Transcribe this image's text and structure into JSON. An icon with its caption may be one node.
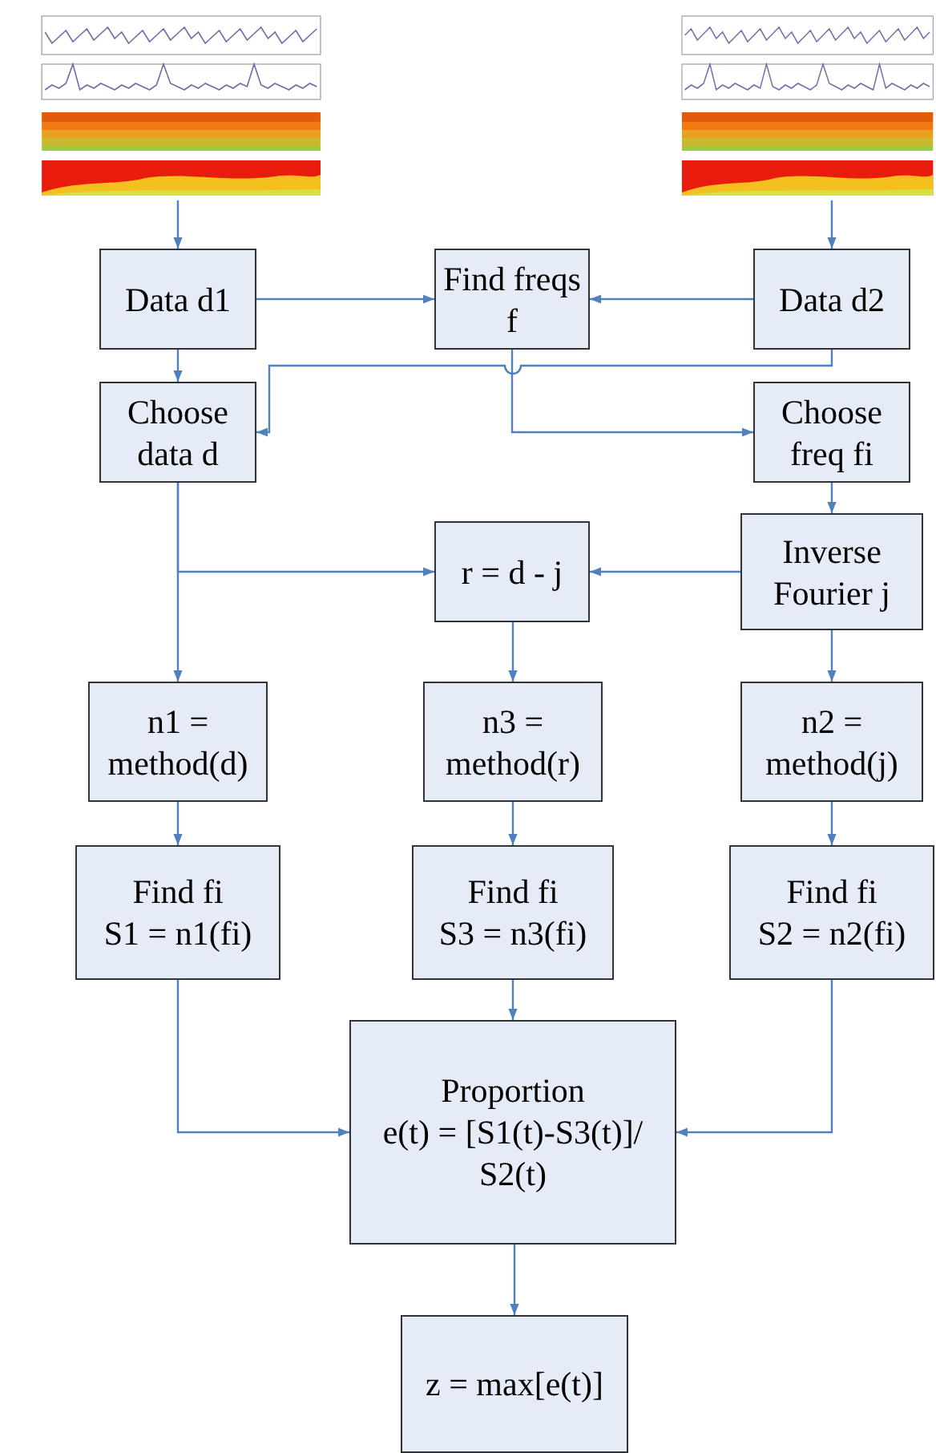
{
  "diagram": {
    "nodes": [
      {
        "text": [],
        "shape": "picture"
      },
      {
        "text": [],
        "shape": "picture"
      },
      {
        "text": [
          "Data d1"
        ]
      },
      {
        "text": [
          "Find freqs f"
        ]
      },
      {
        "text": [
          "Data d2"
        ]
      },
      {
        "text": [
          "Choose data d"
        ]
      },
      {
        "text": [
          "Choose freq fi"
        ]
      },
      {
        "text": [
          "r = d - j"
        ]
      },
      {
        "text": [
          "Inverse Fourier j"
        ]
      },
      {
        "text": [
          "n1 = method(d)"
        ]
      },
      {
        "text": [
          "n3 = method(r)"
        ]
      },
      {
        "text": [
          "n2 = method(j)"
        ]
      },
      {
        "text": [
          "Find fi",
          "S1 = n1(fi)"
        ]
      },
      {
        "text": [
          "Find fi",
          "S3 = n3(fi)"
        ]
      },
      {
        "text": [
          "Find fi",
          "S2 = n2(fi)"
        ]
      },
      {
        "text": [
          "Proportion",
          "e(t) = [S1(t)-S3(t)]/ S2(t)"
        ]
      },
      {
        "text": [
          "z = max[e(t)]"
        ]
      }
    ],
    "edges": [
      {
        "from": 0,
        "to": 2,
        "arrow": "to"
      },
      {
        "from": 1,
        "to": 4,
        "arrow": "to"
      },
      {
        "from": 2,
        "to": 3,
        "arrow": "to"
      },
      {
        "from": 4,
        "to": 3,
        "arrow": "to"
      },
      {
        "from": 4,
        "to": 5,
        "arrow": "to"
      },
      {
        "from": 2,
        "to": 5,
        "arrow": "to"
      },
      {
        "from": 3,
        "to": 6,
        "arrow": "to"
      },
      {
        "from": 6,
        "to": 8,
        "arrow": "to"
      },
      {
        "from": 5,
        "to": 9,
        "arrow": "to"
      },
      {
        "from": 5,
        "to": 7,
        "arrow": "to"
      },
      {
        "from": 8,
        "to": 7,
        "arrow": "to"
      },
      {
        "from": 7,
        "to": 10,
        "arrow": "to"
      },
      {
        "from": 8,
        "to": 11,
        "arrow": "to"
      },
      {
        "from": 9,
        "to": 12,
        "arrow": "to"
      },
      {
        "from": 10,
        "to": 13,
        "arrow": "to"
      },
      {
        "from": 11,
        "to": 14,
        "arrow": "to"
      },
      {
        "from": 12,
        "to": 15,
        "arrow": "to"
      },
      {
        "from": 13,
        "to": 15,
        "arrow": "to"
      },
      {
        "from": 14,
        "to": 15,
        "arrow": "to"
      },
      {
        "from": 15,
        "to": 16,
        "arrow": "to"
      }
    ]
  }
}
